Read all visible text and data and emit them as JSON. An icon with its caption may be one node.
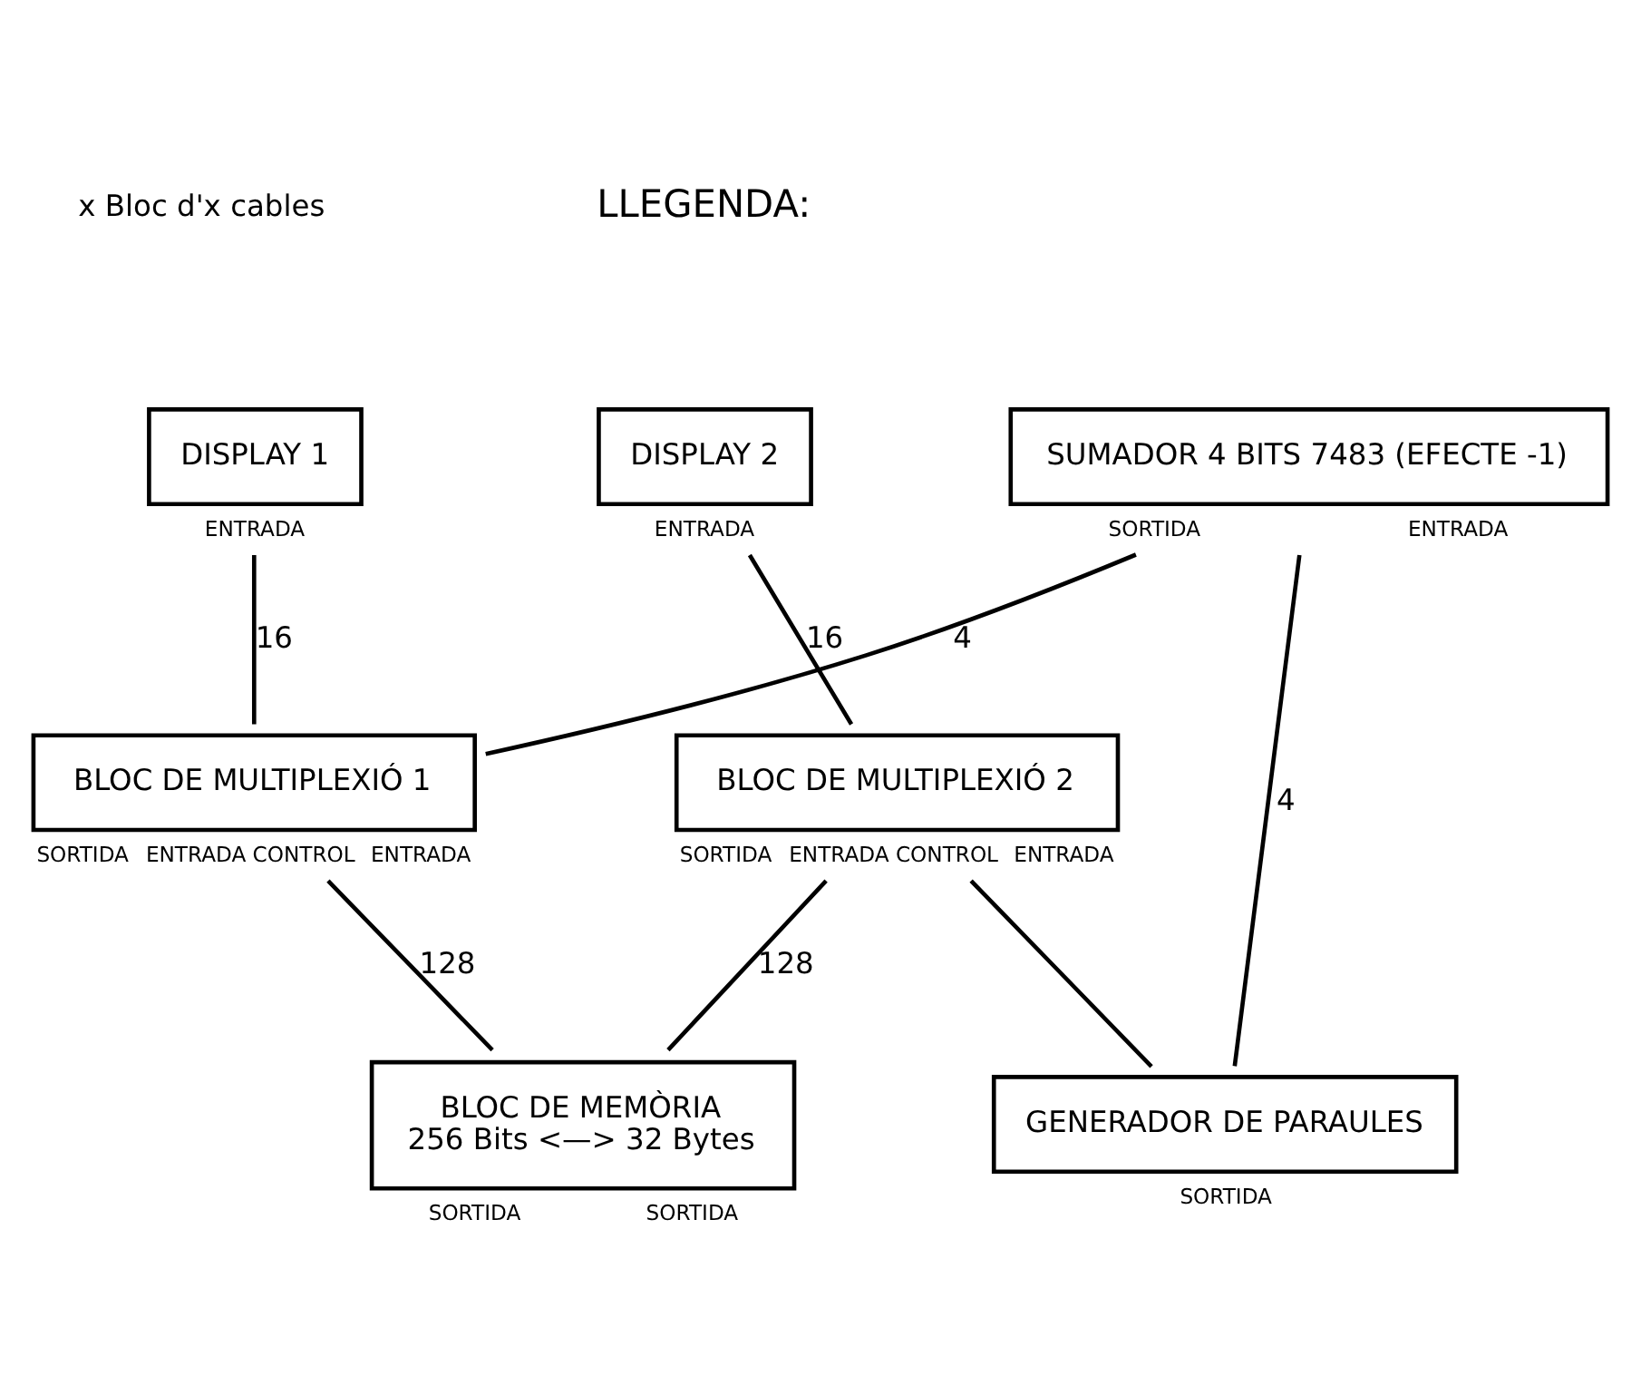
{
  "diagram": {
    "nodes": [
      {
        "text": [
          "DISPLAY 1"
        ],
        "beside": [
          "ENTRADA"
        ]
      },
      {
        "text": [
          "DISPLAY 2"
        ],
        "beside": [
          "ENTRADA"
        ]
      },
      {
        "text": [
          "SUMADOR 4 BITS 7483 (EFECTE -1)"
        ],
        "beside": [
          "SORTIDA",
          "ENTRADA"
        ]
      },
      {
        "text": [
          "BLOC DE MULTIPLEXIÓ 1"
        ],
        "beside": [
          "SORTIDA",
          "ENTRADA CONTROL",
          "ENTRADA"
        ]
      },
      {
        "text": [
          "BLOC DE MULTIPLEXIÓ 2"
        ],
        "beside": [
          "SORTIDA",
          "ENTRADA CONTROL",
          "ENTRADA"
        ]
      },
      {
        "text": [
          "GENERADOR DE PARAULES"
        ],
        "beside": [
          "SORTIDA"
        ]
      },
      {
        "text": [
          "BLOC DE MEMÒRIA",
          "256 Bits <—> 32 Bytes"
        ],
        "beside": [
          "SORTIDA",
          "SORTIDA"
        ]
      }
    ],
    "edges": [
      {
        "from": 3,
        "to": 0,
        "arrow": "none",
        "label": "16"
      },
      {
        "from": 4,
        "to": 1,
        "arrow": "none",
        "label": "16"
      },
      {
        "from": 2,
        "to": 3,
        "arrow": "none",
        "label": "4"
      },
      {
        "from": 5,
        "to": 2,
        "arrow": "none",
        "label": "4"
      },
      {
        "from": 5,
        "to": 4,
        "arrow": "none"
      },
      {
        "from": 6,
        "to": 3,
        "arrow": "none",
        "label": "128"
      },
      {
        "from": 6,
        "to": 4,
        "arrow": "none",
        "label": "128"
      }
    ],
    "labels": [
      "LLEGENDA:"
    ],
    "legend": [
      {
        "text": "x Bloc d'x cables"
      }
    ]
  }
}
